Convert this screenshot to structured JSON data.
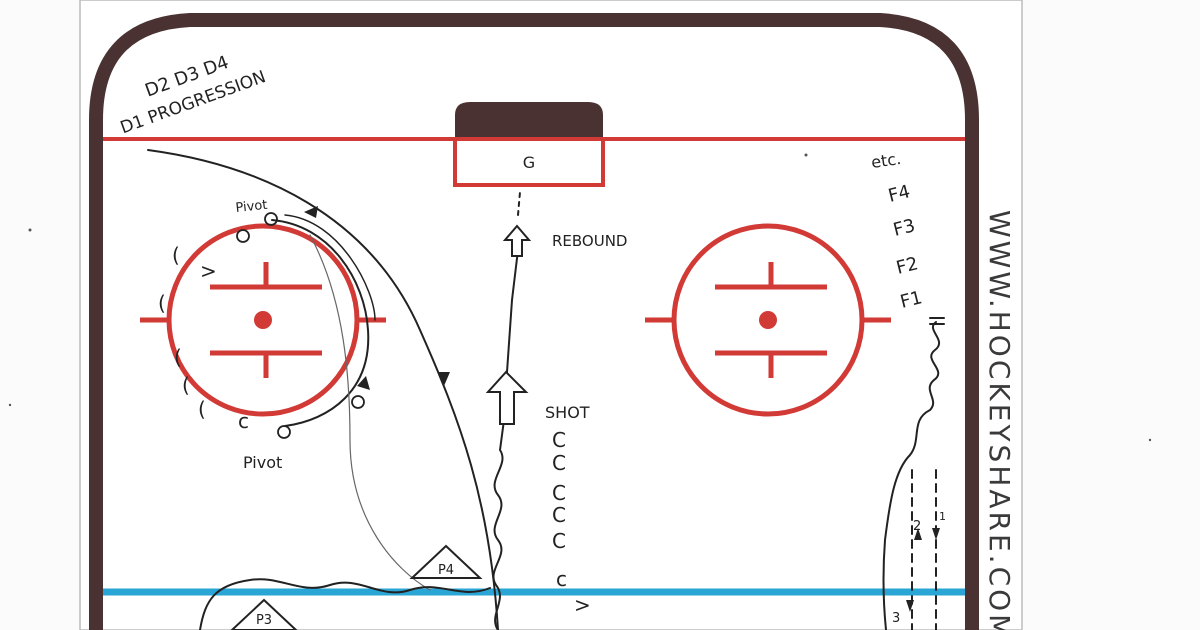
{
  "drill": {
    "title_line1": "D2 D3 D4",
    "title_line2": "D1 PROGRESSION"
  },
  "players": {
    "goalie": "G",
    "passers": [
      "P4",
      "P3"
    ],
    "forwards": [
      "etc.",
      "F4",
      "F3",
      "F2",
      "F1"
    ],
    "lane_numbers": [
      "2",
      "1",
      "3"
    ]
  },
  "annotations": {
    "rebound": "REBOUND",
    "shot": "SHOT",
    "pivot_top": "Pivot",
    "pivot_bottom": "Pivot"
  },
  "watermark": "WWW.HOCKEYSHARE.COM",
  "colors": {
    "boards": "#4a3232",
    "goal_line": "#d23a36",
    "blue_line": "#2aa6d6",
    "faceoff": "#d23a36",
    "ink": "#222222"
  }
}
